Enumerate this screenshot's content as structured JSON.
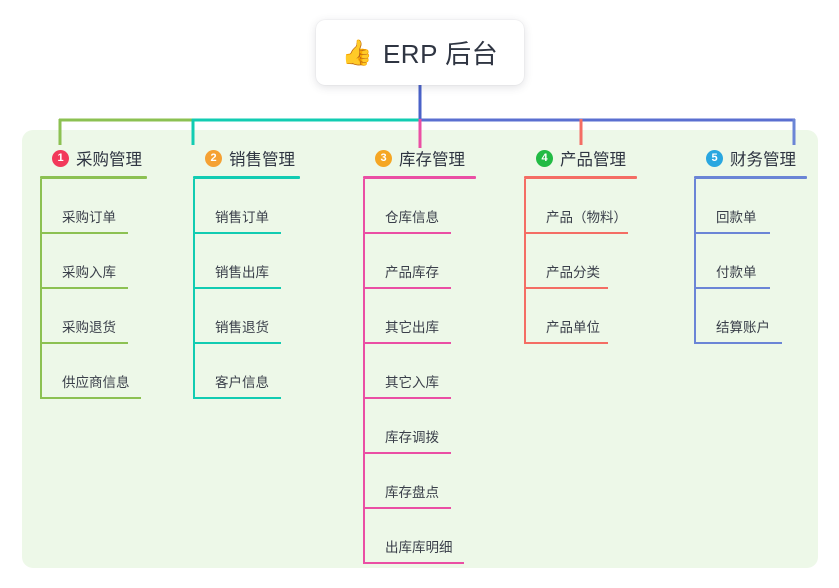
{
  "root": {
    "icon": "thumbs-up-icon",
    "emoji": "👍",
    "title": "ERP 后台"
  },
  "panel": {
    "background_color": "#edf8e8"
  },
  "trunk": {
    "color": "#4a62c8"
  },
  "bus": {
    "segments": [
      {
        "color": "#8cc152"
      },
      {
        "color": "#12ccb2"
      },
      {
        "color": "#5a6fd0"
      }
    ]
  },
  "columns": [
    {
      "index": "1",
      "title": "采购管理",
      "badge_color": "#f2395a",
      "line_color": "#8cc152",
      "head_rule_width": 107,
      "items": [
        {
          "label": "采购订单",
          "rule_width": 88
        },
        {
          "label": "采购入库",
          "rule_width": 88
        },
        {
          "label": "采购退货",
          "rule_width": 88
        },
        {
          "label": "供应商信息",
          "rule_width": 101
        }
      ]
    },
    {
      "index": "2",
      "title": "销售管理",
      "badge_color": "#f5a133",
      "line_color": "#12ccb2",
      "head_rule_width": 107,
      "items": [
        {
          "label": "销售订单",
          "rule_width": 88
        },
        {
          "label": "销售出库",
          "rule_width": 88
        },
        {
          "label": "销售退货",
          "rule_width": 88
        },
        {
          "label": "客户信息",
          "rule_width": 88
        }
      ]
    },
    {
      "index": "3",
      "title": "库存管理",
      "badge_color": "#f5a623",
      "line_color": "#ea4fa4",
      "head_rule_width": 113,
      "items": [
        {
          "label": "仓库信息",
          "rule_width": 88
        },
        {
          "label": "产品库存",
          "rule_width": 88
        },
        {
          "label": "其它出库",
          "rule_width": 88
        },
        {
          "label": "其它入库",
          "rule_width": 88
        },
        {
          "label": "库存调拨",
          "rule_width": 88
        },
        {
          "label": "库存盘点",
          "rule_width": 88
        },
        {
          "label": "出库库明细",
          "rule_width": 101
        }
      ]
    },
    {
      "index": "4",
      "title": "产品管理",
      "badge_color": "#22bb44",
      "line_color": "#f46d64",
      "head_rule_width": 113,
      "items": [
        {
          "label": "产品（物料）",
          "rule_width": 104
        },
        {
          "label": "产品分类",
          "rule_width": 84
        },
        {
          "label": "产品单位",
          "rule_width": 84
        }
      ]
    },
    {
      "index": "5",
      "title": "财务管理",
      "badge_color": "#29a7e0",
      "line_color": "#6b85d6",
      "head_rule_width": 113,
      "items": [
        {
          "label": "回款单",
          "rule_width": 76
        },
        {
          "label": "付款单",
          "rule_width": 76
        },
        {
          "label": "结算账户",
          "rule_width": 88
        }
      ]
    }
  ]
}
